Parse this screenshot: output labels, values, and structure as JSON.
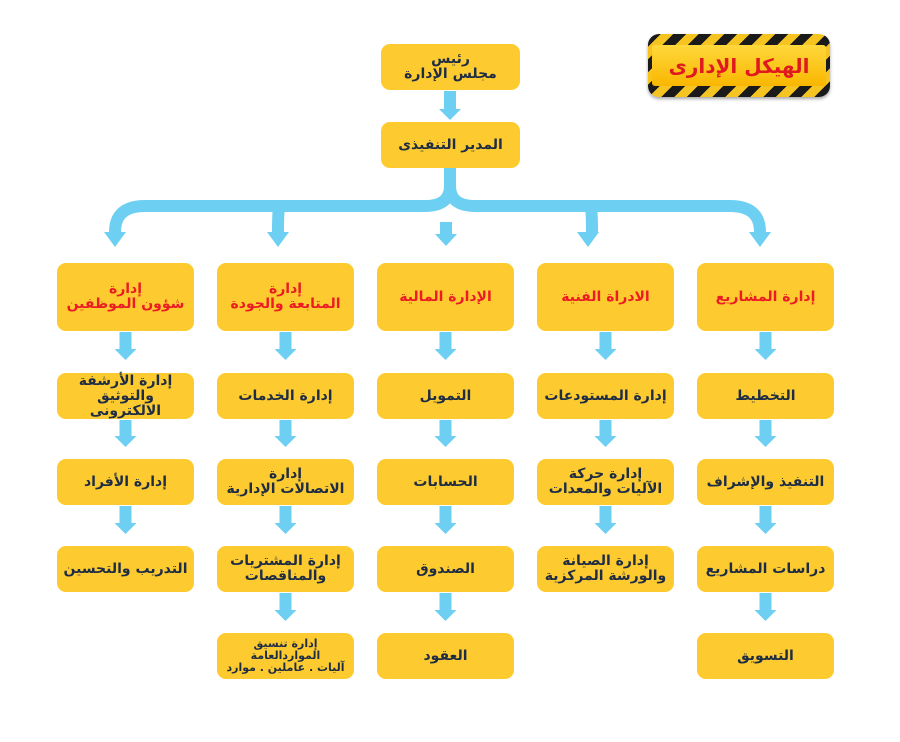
{
  "title": "الهيكل الإدارى",
  "colors": {
    "box": "#fdcb2f",
    "arrow": "#6dcff2",
    "dept_text": "#ec1c24",
    "body_text": "#1f2d44"
  },
  "chairman": [
    "رئيس",
    "مجلس الإدارة"
  ],
  "executive": "المدير التنفيذى",
  "departments": [
    {
      "key": "projects",
      "title": [
        "إدارة المشاريع"
      ],
      "units": [
        [
          "التخطيط"
        ],
        [
          "التنفيذ والإشراف"
        ],
        [
          "دراسات المشاريع"
        ],
        [
          "التسويق"
        ]
      ]
    },
    {
      "key": "technical",
      "title": [
        "الادراة الفنية"
      ],
      "units": [
        [
          "إدارة المستودعات"
        ],
        [
          "إدارة حركة",
          "الآليات والمعدات"
        ],
        [
          "إدارة الصيانة",
          "والورشة المركزية"
        ]
      ]
    },
    {
      "key": "finance",
      "title": [
        "الإدارة المالية"
      ],
      "units": [
        [
          "التمويل"
        ],
        [
          "الحسابات"
        ],
        [
          "الصندوق"
        ],
        [
          "العقود"
        ]
      ]
    },
    {
      "key": "quality",
      "title": [
        "إدارة",
        "المتابعة والجودة"
      ],
      "units": [
        [
          "إدارة الخدمات"
        ],
        [
          "إدارة",
          "الاتصالات الإدارية"
        ],
        [
          "إدارة المشتريات",
          "والمناقصات"
        ],
        [
          "إدارة تنسيق",
          "المواردالعامة",
          "آليات . عاملين . موارد"
        ]
      ]
    },
    {
      "key": "hr",
      "title": [
        "إدارة",
        "شؤون الموظفين"
      ],
      "units": [
        [
          "إدارة الأرشفة",
          "والتوثيق الالكترونى"
        ],
        [
          "إدارة الأفراد"
        ],
        [
          "التدريب والتحسين"
        ]
      ]
    }
  ]
}
